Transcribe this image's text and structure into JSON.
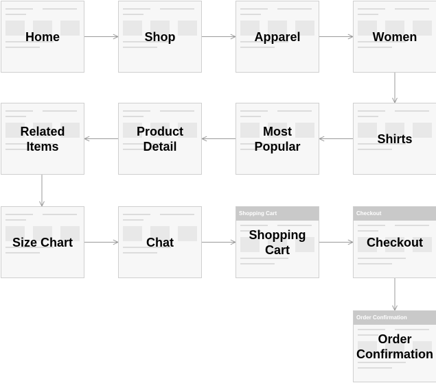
{
  "nodes": [
    {
      "id": "home",
      "lines": [
        "Home"
      ],
      "header": ""
    },
    {
      "id": "shop",
      "lines": [
        "Shop"
      ],
      "header": ""
    },
    {
      "id": "apparel",
      "lines": [
        "Apparel"
      ],
      "header": ""
    },
    {
      "id": "women",
      "lines": [
        "Women"
      ],
      "header": ""
    },
    {
      "id": "related-items",
      "lines": [
        "Related",
        "Items"
      ],
      "header": ""
    },
    {
      "id": "product-detail",
      "lines": [
        "Product",
        "Detail"
      ],
      "header": ""
    },
    {
      "id": "most-popular",
      "lines": [
        "Most",
        "Popular"
      ],
      "header": ""
    },
    {
      "id": "shirts",
      "lines": [
        "Shirts"
      ],
      "header": ""
    },
    {
      "id": "size-chart",
      "lines": [
        "Size Chart"
      ],
      "header": ""
    },
    {
      "id": "chat",
      "lines": [
        "Chat"
      ],
      "header": ""
    },
    {
      "id": "shopping-cart",
      "lines": [
        "Shopping",
        "Cart"
      ],
      "header": "Shopping Cart"
    },
    {
      "id": "checkout",
      "lines": [
        "Checkout"
      ],
      "header": "Checkout"
    },
    {
      "id": "order-confirmation",
      "lines": [
        "Order",
        "Confirmation"
      ],
      "header": "Order Confirmation"
    }
  ],
  "edges": [
    {
      "from": "home",
      "to": "shop"
    },
    {
      "from": "shop",
      "to": "apparel"
    },
    {
      "from": "apparel",
      "to": "women"
    },
    {
      "from": "women",
      "to": "shirts"
    },
    {
      "from": "shirts",
      "to": "most-popular"
    },
    {
      "from": "most-popular",
      "to": "product-detail"
    },
    {
      "from": "product-detail",
      "to": "related-items"
    },
    {
      "from": "related-items",
      "to": "size-chart"
    },
    {
      "from": "size-chart",
      "to": "chat"
    },
    {
      "from": "chat",
      "to": "shopping-cart"
    },
    {
      "from": "shopping-cart",
      "to": "checkout"
    },
    {
      "from": "checkout",
      "to": "order-confirmation"
    }
  ],
  "colors": {
    "arrow": "#9a9a9a",
    "node_border": "#cfcfcf",
    "node_fill": "#f7f7f7",
    "header_fill": "#c9c9c9"
  }
}
